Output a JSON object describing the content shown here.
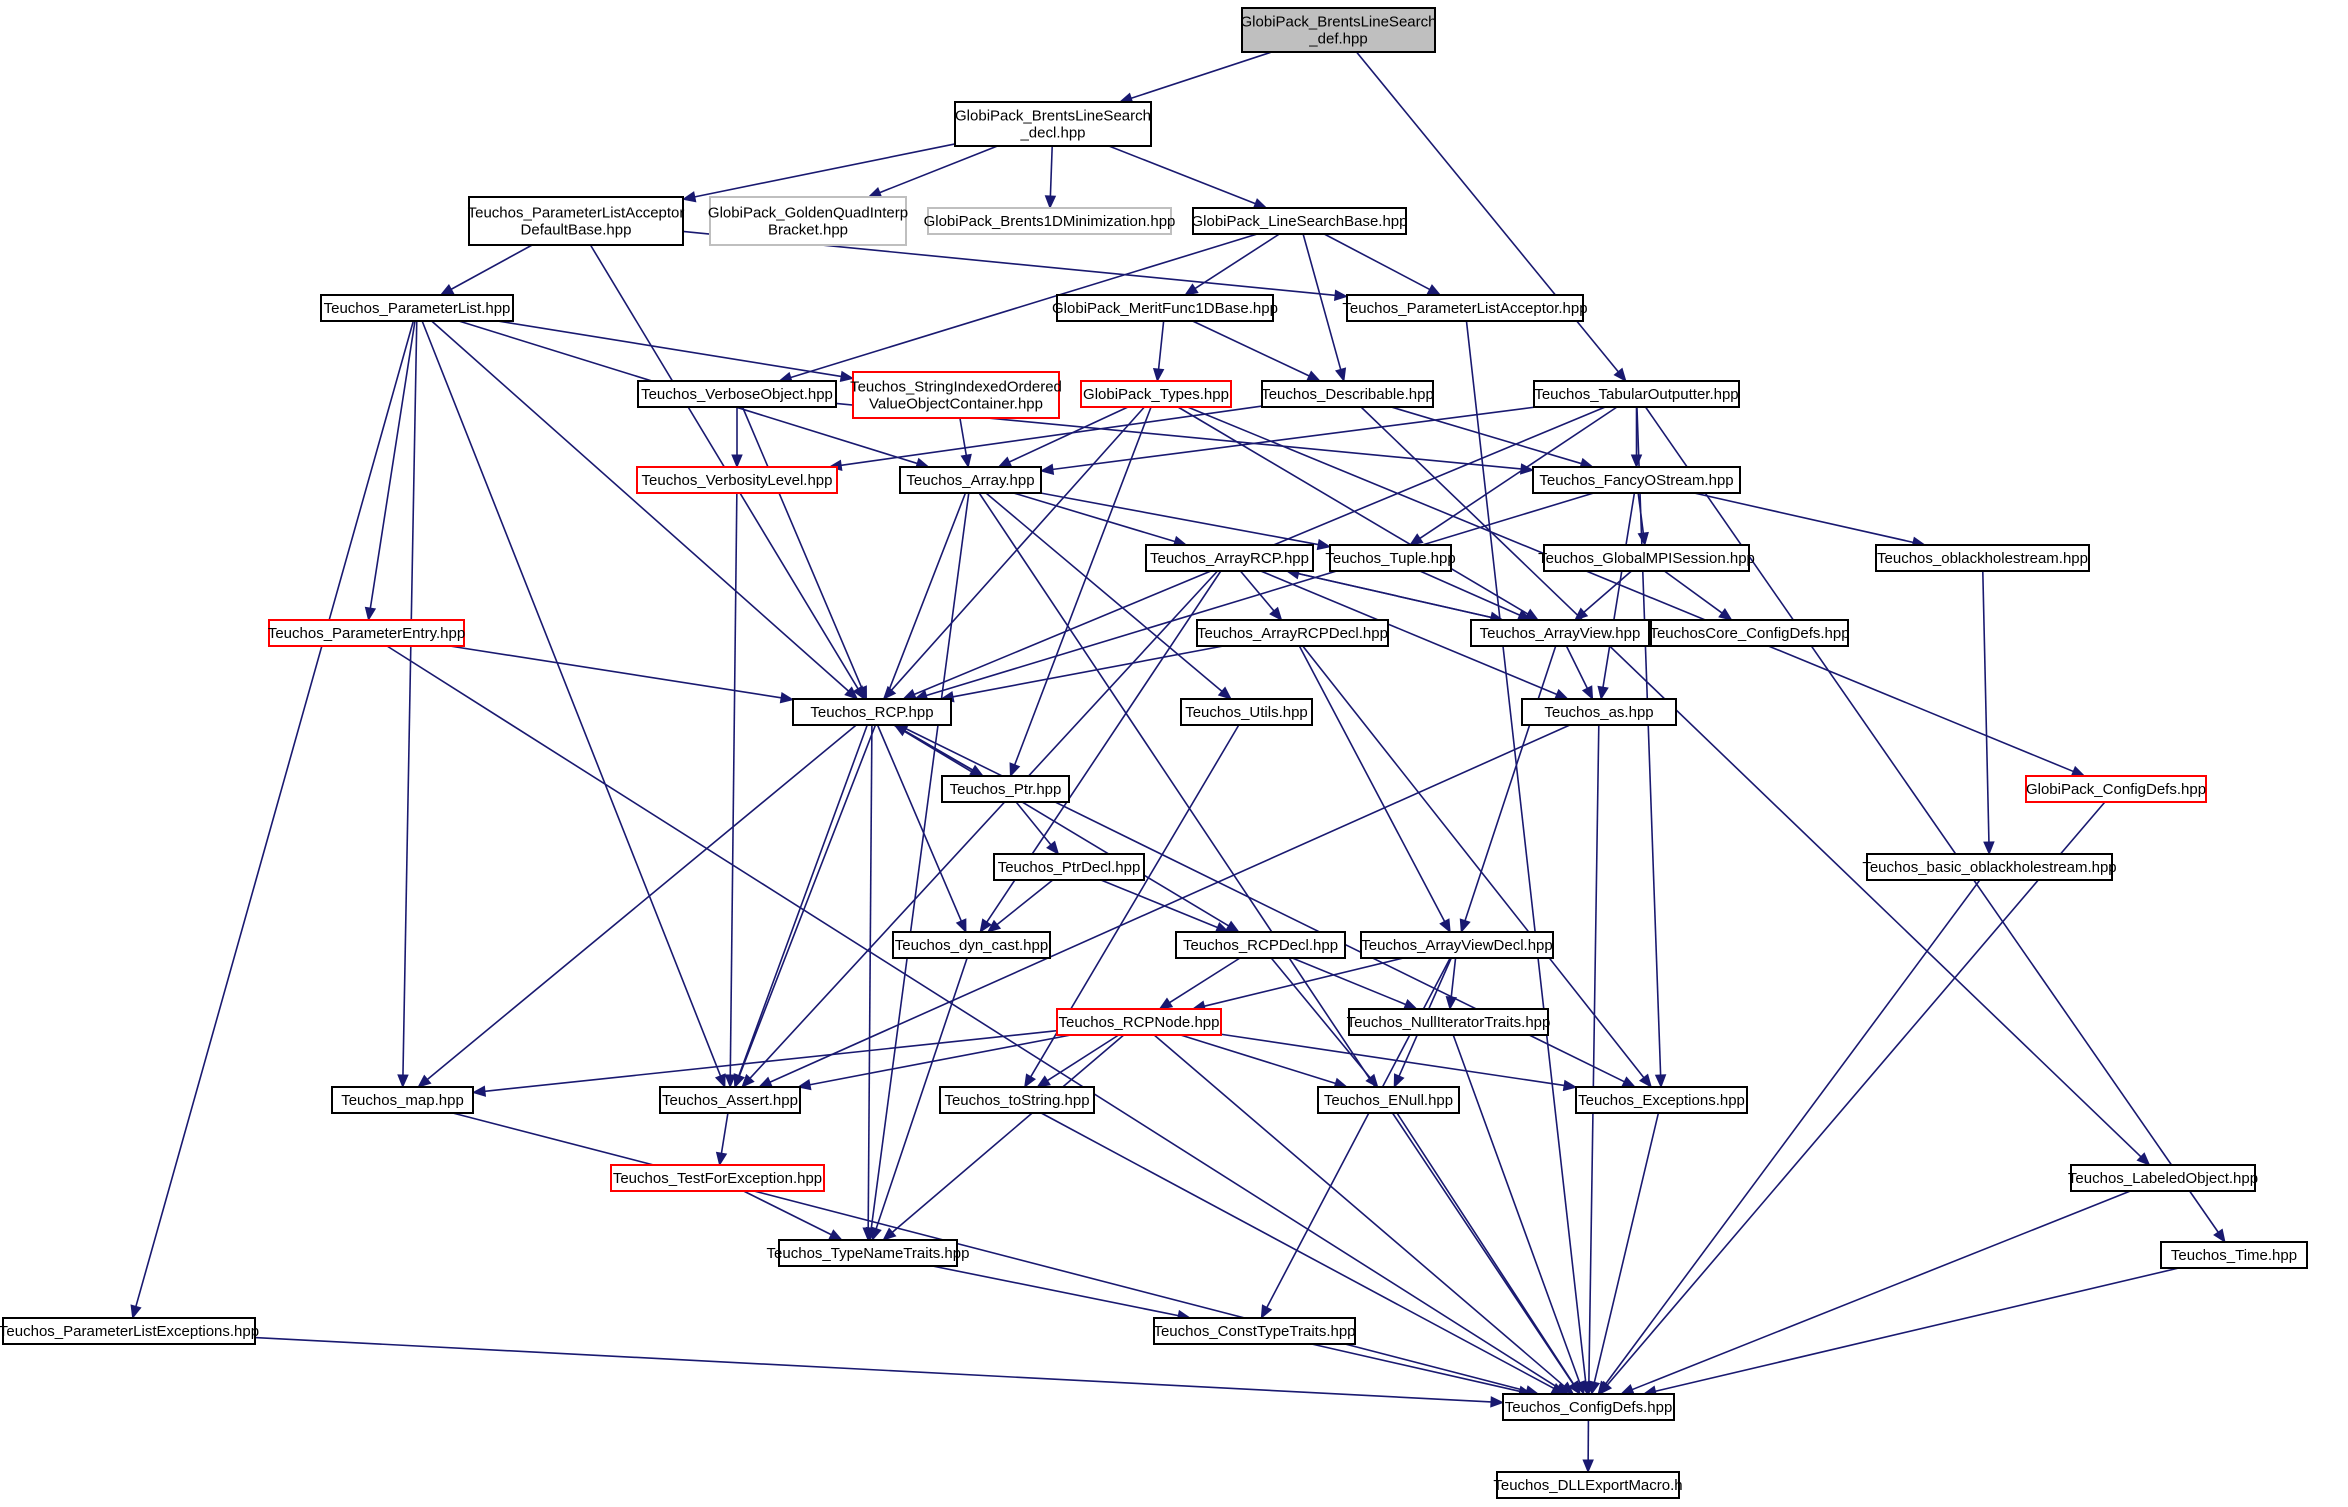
{
  "diagram": {
    "kind": "include-dependency-graph",
    "colors": {
      "edge": "#191970",
      "node_border": "#000000",
      "root_fill": "#bfbfbf",
      "normal_fill": "#ffffff",
      "truncated_border": "#ff0000",
      "external_border": "#bfbfbf"
    },
    "nodes": [
      {
        "id": "n0",
        "lines": [
          "GlobiPack_BrentsLineSearch",
          "_def.hpp"
        ],
        "style": "root"
      },
      {
        "id": "n1",
        "lines": [
          "GlobiPack_BrentsLineSearch",
          "_decl.hpp"
        ],
        "style": "normal"
      },
      {
        "id": "n2",
        "lines": [
          "Teuchos_ParameterListAcceptor",
          "DefaultBase.hpp"
        ],
        "style": "normal"
      },
      {
        "id": "n3",
        "lines": [
          "GlobiPack_GoldenQuadInterp",
          "Bracket.hpp"
        ],
        "style": "external"
      },
      {
        "id": "n4",
        "lines": [
          "GlobiPack_Brents1DMinimization.hpp"
        ],
        "style": "external"
      },
      {
        "id": "n5",
        "lines": [
          "GlobiPack_LineSearchBase.hpp"
        ],
        "style": "normal"
      },
      {
        "id": "n6",
        "lines": [
          "Teuchos_ParameterList.hpp"
        ],
        "style": "normal"
      },
      {
        "id": "n7",
        "lines": [
          "GlobiPack_MeritFunc1DBase.hpp"
        ],
        "style": "normal"
      },
      {
        "id": "n8",
        "lines": [
          "Teuchos_ParameterListAcceptor.hpp"
        ],
        "style": "normal"
      },
      {
        "id": "n9",
        "lines": [
          "Teuchos_VerboseObject.hpp"
        ],
        "style": "normal"
      },
      {
        "id": "n10",
        "lines": [
          "Teuchos_StringIndexedOrdered",
          "ValueObjectContainer.hpp"
        ],
        "style": "truncated"
      },
      {
        "id": "n11",
        "lines": [
          "GlobiPack_Types.hpp"
        ],
        "style": "truncated"
      },
      {
        "id": "n12",
        "lines": [
          "Teuchos_Describable.hpp"
        ],
        "style": "normal"
      },
      {
        "id": "n13",
        "lines": [
          "Teuchos_TabularOutputter.hpp"
        ],
        "style": "normal"
      },
      {
        "id": "n14",
        "lines": [
          "Teuchos_VerbosityLevel.hpp"
        ],
        "style": "truncated"
      },
      {
        "id": "n15",
        "lines": [
          "Teuchos_Array.hpp"
        ],
        "style": "normal"
      },
      {
        "id": "n16",
        "lines": [
          "Teuchos_FancyOStream.hpp"
        ],
        "style": "normal"
      },
      {
        "id": "n17",
        "lines": [
          "Teuchos_ArrayRCP.hpp"
        ],
        "style": "normal"
      },
      {
        "id": "n18",
        "lines": [
          "Teuchos_Tuple.hpp"
        ],
        "style": "normal"
      },
      {
        "id": "n19",
        "lines": [
          "Teuchos_GlobalMPISession.hpp"
        ],
        "style": "normal"
      },
      {
        "id": "n20",
        "lines": [
          "Teuchos_oblackholestream.hpp"
        ],
        "style": "normal"
      },
      {
        "id": "n21",
        "lines": [
          "Teuchos_ParameterEntry.hpp"
        ],
        "style": "truncated"
      },
      {
        "id": "n22",
        "lines": [
          "Teuchos_ArrayRCPDecl.hpp"
        ],
        "style": "normal"
      },
      {
        "id": "n23",
        "lines": [
          "Teuchos_ArrayView.hpp"
        ],
        "style": "normal"
      },
      {
        "id": "n24",
        "lines": [
          "TeuchosCore_ConfigDefs.hpp"
        ],
        "style": "normal"
      },
      {
        "id": "n25",
        "lines": [
          "Teuchos_RCP.hpp"
        ],
        "style": "normal"
      },
      {
        "id": "n26",
        "lines": [
          "Teuchos_Utils.hpp"
        ],
        "style": "normal"
      },
      {
        "id": "n27",
        "lines": [
          "Teuchos_as.hpp"
        ],
        "style": "normal"
      },
      {
        "id": "n28",
        "lines": [
          "Teuchos_Ptr.hpp"
        ],
        "style": "normal"
      },
      {
        "id": "n29",
        "lines": [
          "GlobiPack_ConfigDefs.hpp"
        ],
        "style": "truncated"
      },
      {
        "id": "n30",
        "lines": [
          "Teuchos_PtrDecl.hpp"
        ],
        "style": "normal"
      },
      {
        "id": "n31",
        "lines": [
          "Teuchos_basic_oblackholestream.hpp"
        ],
        "style": "normal"
      },
      {
        "id": "n32",
        "lines": [
          "Teuchos_dyn_cast.hpp"
        ],
        "style": "normal"
      },
      {
        "id": "n33",
        "lines": [
          "Teuchos_RCPDecl.hpp"
        ],
        "style": "normal"
      },
      {
        "id": "n34",
        "lines": [
          "Teuchos_ArrayViewDecl.hpp"
        ],
        "style": "normal"
      },
      {
        "id": "n35",
        "lines": [
          "Teuchos_RCPNode.hpp"
        ],
        "style": "truncated"
      },
      {
        "id": "n36",
        "lines": [
          "Teuchos_NullIteratorTraits.hpp"
        ],
        "style": "normal"
      },
      {
        "id": "n37",
        "lines": [
          "Teuchos_map.hpp"
        ],
        "style": "normal"
      },
      {
        "id": "n38",
        "lines": [
          "Teuchos_Assert.hpp"
        ],
        "style": "normal"
      },
      {
        "id": "n39",
        "lines": [
          "Teuchos_toString.hpp"
        ],
        "style": "normal"
      },
      {
        "id": "n40",
        "lines": [
          "Teuchos_ENull.hpp"
        ],
        "style": "normal"
      },
      {
        "id": "n41",
        "lines": [
          "Teuchos_Exceptions.hpp"
        ],
        "style": "normal"
      },
      {
        "id": "n42",
        "lines": [
          "Teuchos_TestForException.hpp"
        ],
        "style": "truncated"
      },
      {
        "id": "n43",
        "lines": [
          "Teuchos_LabeledObject.hpp"
        ],
        "style": "normal"
      },
      {
        "id": "n44",
        "lines": [
          "Teuchos_TypeNameTraits.hpp"
        ],
        "style": "normal"
      },
      {
        "id": "n45",
        "lines": [
          "Teuchos_Time.hpp"
        ],
        "style": "normal"
      },
      {
        "id": "n46",
        "lines": [
          "Teuchos_ParameterListExceptions.hpp"
        ],
        "style": "normal"
      },
      {
        "id": "n47",
        "lines": [
          "Teuchos_ConstTypeTraits.hpp"
        ],
        "style": "normal"
      },
      {
        "id": "n48",
        "lines": [
          "Teuchos_ConfigDefs.hpp"
        ],
        "style": "normal"
      },
      {
        "id": "n49",
        "lines": [
          "Teuchos_DLLExportMacro.h"
        ],
        "style": "normal"
      }
    ],
    "edges": [
      [
        "n0",
        "n1"
      ],
      [
        "n0",
        "n13"
      ],
      [
        "n1",
        "n2"
      ],
      [
        "n1",
        "n3"
      ],
      [
        "n1",
        "n4"
      ],
      [
        "n1",
        "n5"
      ],
      [
        "n2",
        "n6"
      ],
      [
        "n2",
        "n8"
      ],
      [
        "n2",
        "n25"
      ],
      [
        "n5",
        "n9"
      ],
      [
        "n5",
        "n7"
      ],
      [
        "n5",
        "n8"
      ],
      [
        "n5",
        "n12"
      ],
      [
        "n6",
        "n10"
      ],
      [
        "n6",
        "n15"
      ],
      [
        "n6",
        "n21"
      ],
      [
        "n6",
        "n25"
      ],
      [
        "n6",
        "n38"
      ],
      [
        "n6",
        "n37"
      ],
      [
        "n6",
        "n46"
      ],
      [
        "n7",
        "n11"
      ],
      [
        "n7",
        "n12"
      ],
      [
        "n8",
        "n48"
      ],
      [
        "n9",
        "n14"
      ],
      [
        "n9",
        "n16"
      ],
      [
        "n9",
        "n25"
      ],
      [
        "n10",
        "n15"
      ],
      [
        "n11",
        "n15"
      ],
      [
        "n11",
        "n25"
      ],
      [
        "n11",
        "n28"
      ],
      [
        "n11",
        "n23"
      ],
      [
        "n11",
        "n29"
      ],
      [
        "n12",
        "n14"
      ],
      [
        "n12",
        "n16"
      ],
      [
        "n12",
        "n43"
      ],
      [
        "n13",
        "n15"
      ],
      [
        "n13",
        "n16"
      ],
      [
        "n13",
        "n18"
      ],
      [
        "n13",
        "n25"
      ],
      [
        "n13",
        "n41"
      ],
      [
        "n13",
        "n45"
      ],
      [
        "n14",
        "n38"
      ],
      [
        "n15",
        "n17"
      ],
      [
        "n15",
        "n18"
      ],
      [
        "n15",
        "n26"
      ],
      [
        "n15",
        "n38"
      ],
      [
        "n15",
        "n44"
      ],
      [
        "n15",
        "n48"
      ],
      [
        "n16",
        "n25"
      ],
      [
        "n16",
        "n19"
      ],
      [
        "n16",
        "n20"
      ],
      [
        "n16",
        "n27"
      ],
      [
        "n17",
        "n22"
      ],
      [
        "n17",
        "n23"
      ],
      [
        "n17",
        "n27"
      ],
      [
        "n17",
        "n32"
      ],
      [
        "n17",
        "n38"
      ],
      [
        "n18",
        "n23"
      ],
      [
        "n19",
        "n23"
      ],
      [
        "n19",
        "n24"
      ],
      [
        "n20",
        "n31"
      ],
      [
        "n21",
        "n25"
      ],
      [
        "n21",
        "n48"
      ],
      [
        "n22",
        "n25"
      ],
      [
        "n22",
        "n34"
      ],
      [
        "n22",
        "n41"
      ],
      [
        "n23",
        "n17"
      ],
      [
        "n23",
        "n27"
      ],
      [
        "n23",
        "n34"
      ],
      [
        "n25",
        "n28"
      ],
      [
        "n25",
        "n32"
      ],
      [
        "n25",
        "n33"
      ],
      [
        "n25",
        "n38"
      ],
      [
        "n25",
        "n41"
      ],
      [
        "n25",
        "n37"
      ],
      [
        "n25",
        "n44"
      ],
      [
        "n26",
        "n39"
      ],
      [
        "n27",
        "n38"
      ],
      [
        "n27",
        "n48"
      ],
      [
        "n28",
        "n25"
      ],
      [
        "n28",
        "n30"
      ],
      [
        "n29",
        "n48"
      ],
      [
        "n30",
        "n32"
      ],
      [
        "n30",
        "n33"
      ],
      [
        "n31",
        "n48"
      ],
      [
        "n32",
        "n44"
      ],
      [
        "n33",
        "n35"
      ],
      [
        "n33",
        "n36"
      ],
      [
        "n33",
        "n40"
      ],
      [
        "n34",
        "n35"
      ],
      [
        "n34",
        "n36"
      ],
      [
        "n34",
        "n40"
      ],
      [
        "n34",
        "n47"
      ],
      [
        "n35",
        "n37"
      ],
      [
        "n35",
        "n38"
      ],
      [
        "n35",
        "n39"
      ],
      [
        "n35",
        "n40"
      ],
      [
        "n35",
        "n41"
      ],
      [
        "n35",
        "n44"
      ],
      [
        "n35",
        "n48"
      ],
      [
        "n36",
        "n48"
      ],
      [
        "n37",
        "n48"
      ],
      [
        "n38",
        "n42"
      ],
      [
        "n39",
        "n48"
      ],
      [
        "n40",
        "n48"
      ],
      [
        "n41",
        "n48"
      ],
      [
        "n42",
        "n44"
      ],
      [
        "n43",
        "n48"
      ],
      [
        "n44",
        "n47"
      ],
      [
        "n45",
        "n48"
      ],
      [
        "n46",
        "n48"
      ],
      [
        "n47",
        "n48"
      ],
      [
        "n48",
        "n49"
      ]
    ]
  }
}
